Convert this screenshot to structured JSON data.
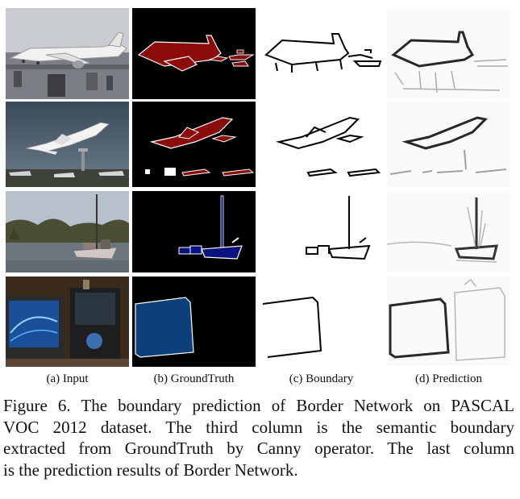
{
  "figure": {
    "columns": [
      {
        "label": "(a) Input"
      },
      {
        "label": "(b) GroundTruth"
      },
      {
        "label": "(c) Boundary"
      },
      {
        "label": "(d) Prediction"
      }
    ],
    "caption": {
      "lines": [
        "Figure 6. The boundary prediction of Border Network on PASCAL",
        "VOC 2012 dataset.  The third column is the semantic boundary",
        "extracted from GroundTruth by Canny operator.  The last column",
        "is the prediction results of Border Network."
      ]
    },
    "colors": {
      "airplane_mask": "#8b0a0a",
      "boat_mask": "#0a1480",
      "monitor_mask": "#0d3f7a",
      "background_mask": "#000000"
    }
  }
}
